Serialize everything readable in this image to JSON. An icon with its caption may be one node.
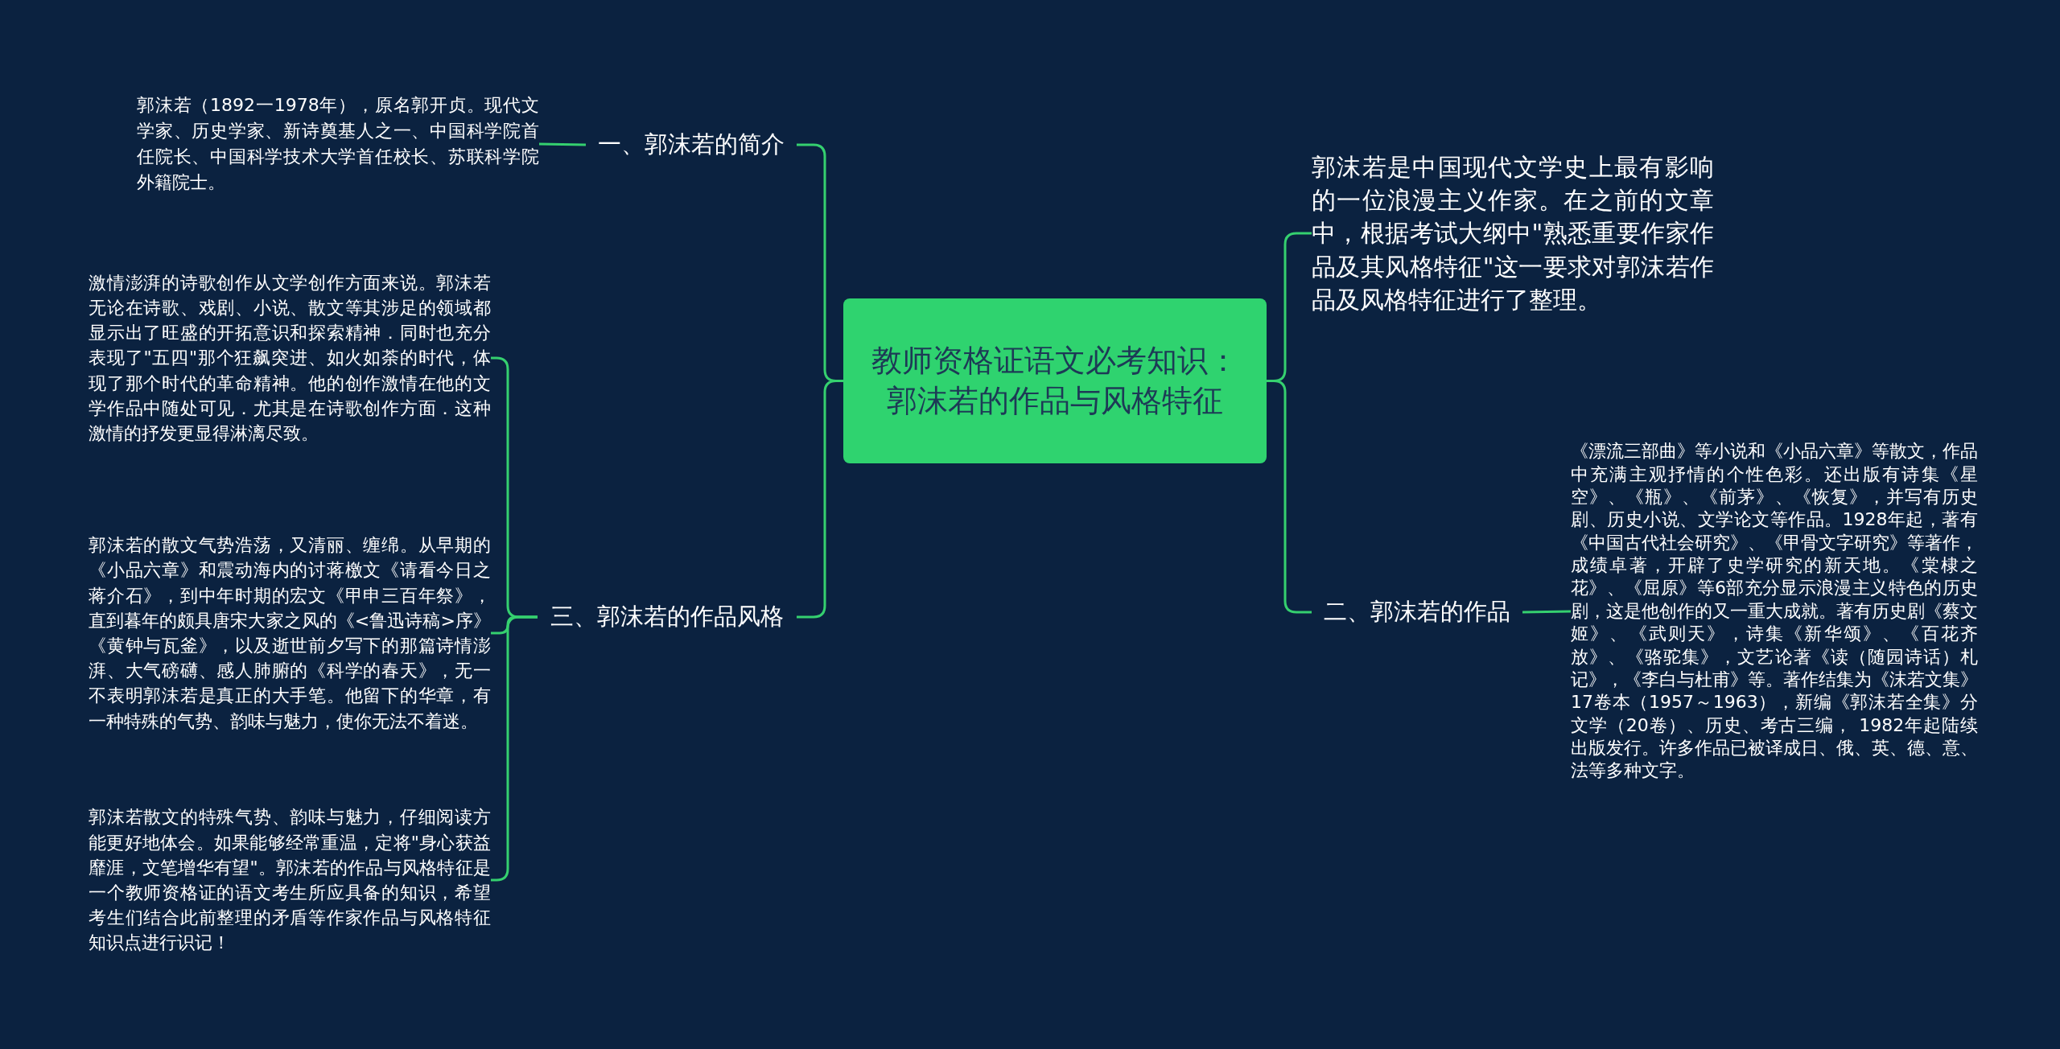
{
  "diagram": {
    "nodes": [
      {
        "text": [
          "教师资格证语文必考知识：郭沫若的作品与风格特征"
        ]
      },
      {
        "text": [
          "一、郭沫若的简介"
        ]
      },
      {
        "text": [
          "郭沫若（1892一1978年），原名郭开贞。现代文学家、历史学家、新诗奠基人之一、中国科学院首任院长、中国科学技术大学首任校长、苏联科学院外籍院士。"
        ]
      },
      {
        "text": [
          "三、郭沫若的作品风格"
        ]
      },
      {
        "text": [
          "激情澎湃的诗歌创作从文学创作方面来说。郭沫若无论在诗歌、戏剧、小说、散文等其涉足的领域都显示出了旺盛的开拓意识和探索精神．同时也充分表现了\"五四\"那个狂飙突进、如火如荼的时代，体现了那个时代的革命精神。他的创作激情在他的文学作品中随处可见．尤其是在诗歌创作方面．这种激情的抒发更显得淋漓尽致。"
        ]
      },
      {
        "text": [
          "郭沫若的散文气势浩荡，又清丽、缠绵。从早期的《小品六章》和震动海内的讨蒋檄文《请看今日之蒋介石》，到中年时期的宏文《甲申三百年祭》，直到暮年的颇具唐宋大家之风的《<鲁迅诗稿>序》《黄钟与瓦釜》，以及逝世前夕写下的那篇诗情澎湃、大气磅礴、感人肺腑的《科学的春天》，无一不表明郭沫若是真正的大手笔。他留下的华章，有一种特殊的气势、韵味与魅力，使你无法不着迷。"
        ]
      },
      {
        "text": [
          "郭沫若散文的特殊气势、韵味与魅力，仔细阅读方能更好地体会。如果能够经常重温，定将\"身心获益靡涯，文笔增华有望\"。郭沫若的作品与风格特征是一个教师资格证的语文考生所应具备的知识，希望考生们结合此前整理的矛盾等作家作品与风格特征知识点进行识记！"
        ]
      },
      {
        "text": [
          "郭沫若是中国现代文学史上最有影响的一位浪漫主义作家。在之前的文章中，根据考试大纲中\"熟悉重要作家作品及其风格特征\"这一要求对郭沫若作品及风格特征进行了整理。"
        ]
      },
      {
        "text": [
          "二、郭沫若的作品"
        ]
      },
      {
        "text": [
          "《漂流三部曲》等小说和《小品六章》等散文，作品中充满主观抒情的个性色彩。还出版有诗集《星空》、《瓶》、《前茅》、《恢复》，并写有历史剧、历史小说、文学论文等作品。1928年起，著有《中国古代社会研究》、《甲骨文字研究》等著作，成绩卓著，开辟了史学研究的新天地。《棠棣之花》、《屈原》等6部充分显示浪漫主义特色的历史剧，这是他创作的又一重大成就。著有历史剧《蔡文姬》、《武则天》，诗集《新华颂》、《百花齐放》、《骆驼集》，文艺论著《读（随园诗话）札记》，《李白与杜甫》等。著作结集为《沫若文集》17卷本（1957～1963），新编《郭沫若全集》分文学（20卷）、历史、考古三编， 1982年起陆续出版发行。许多作品已被译成日、俄、英、德、意、法等多种文字。"
        ]
      }
    ],
    "edges": [
      {
        "from": 0,
        "to": 1,
        "arrow": "none"
      },
      {
        "from": 1,
        "to": 2,
        "arrow": "none"
      },
      {
        "from": 0,
        "to": 3,
        "arrow": "none"
      },
      {
        "from": 3,
        "to": 4,
        "arrow": "none"
      },
      {
        "from": 3,
        "to": 5,
        "arrow": "none"
      },
      {
        "from": 3,
        "to": 6,
        "arrow": "none"
      },
      {
        "from": 0,
        "to": 7,
        "arrow": "none"
      },
      {
        "from": 0,
        "to": 8,
        "arrow": "none"
      },
      {
        "from": 8,
        "to": 9,
        "arrow": "none"
      }
    ]
  }
}
